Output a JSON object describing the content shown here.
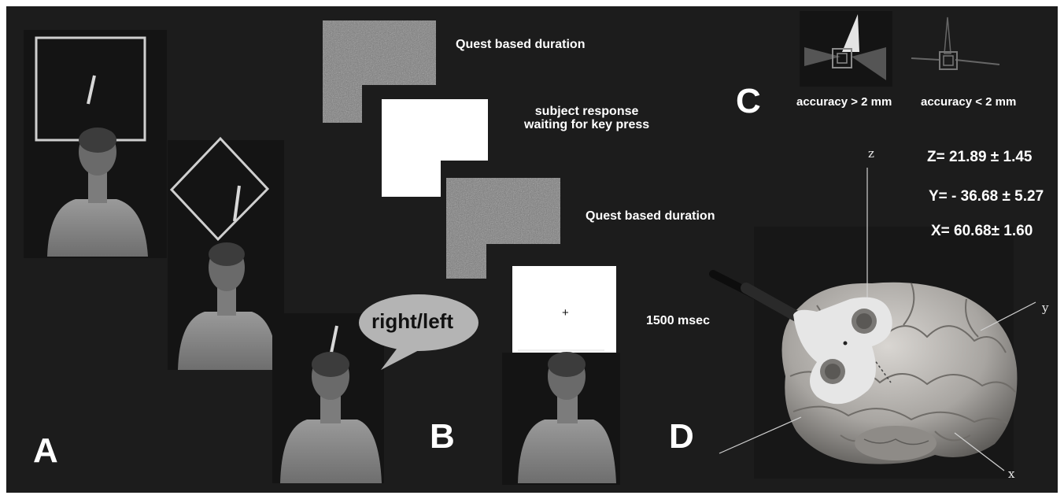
{
  "panels": {
    "a": "A",
    "b": "B",
    "c": "C",
    "d": "D"
  },
  "trial": {
    "step1": "Quest based duration",
    "step2_line1": "subject response",
    "step2_line2": "waiting for key press",
    "step3": "Quest based duration",
    "step4": "1500 msec",
    "fixation": "+"
  },
  "response_bubble": "right/left",
  "accuracy": {
    "over": "accuracy > 2 mm",
    "under": "accuracy < 2 mm"
  },
  "coordinates": {
    "z": "Z= 21.89 ± 1.45",
    "y": "Y= - 36.68 ± 5.27",
    "x": "X= 60.68± 1.60"
  },
  "axes": {
    "z": "z",
    "y": "y",
    "x": "x"
  }
}
